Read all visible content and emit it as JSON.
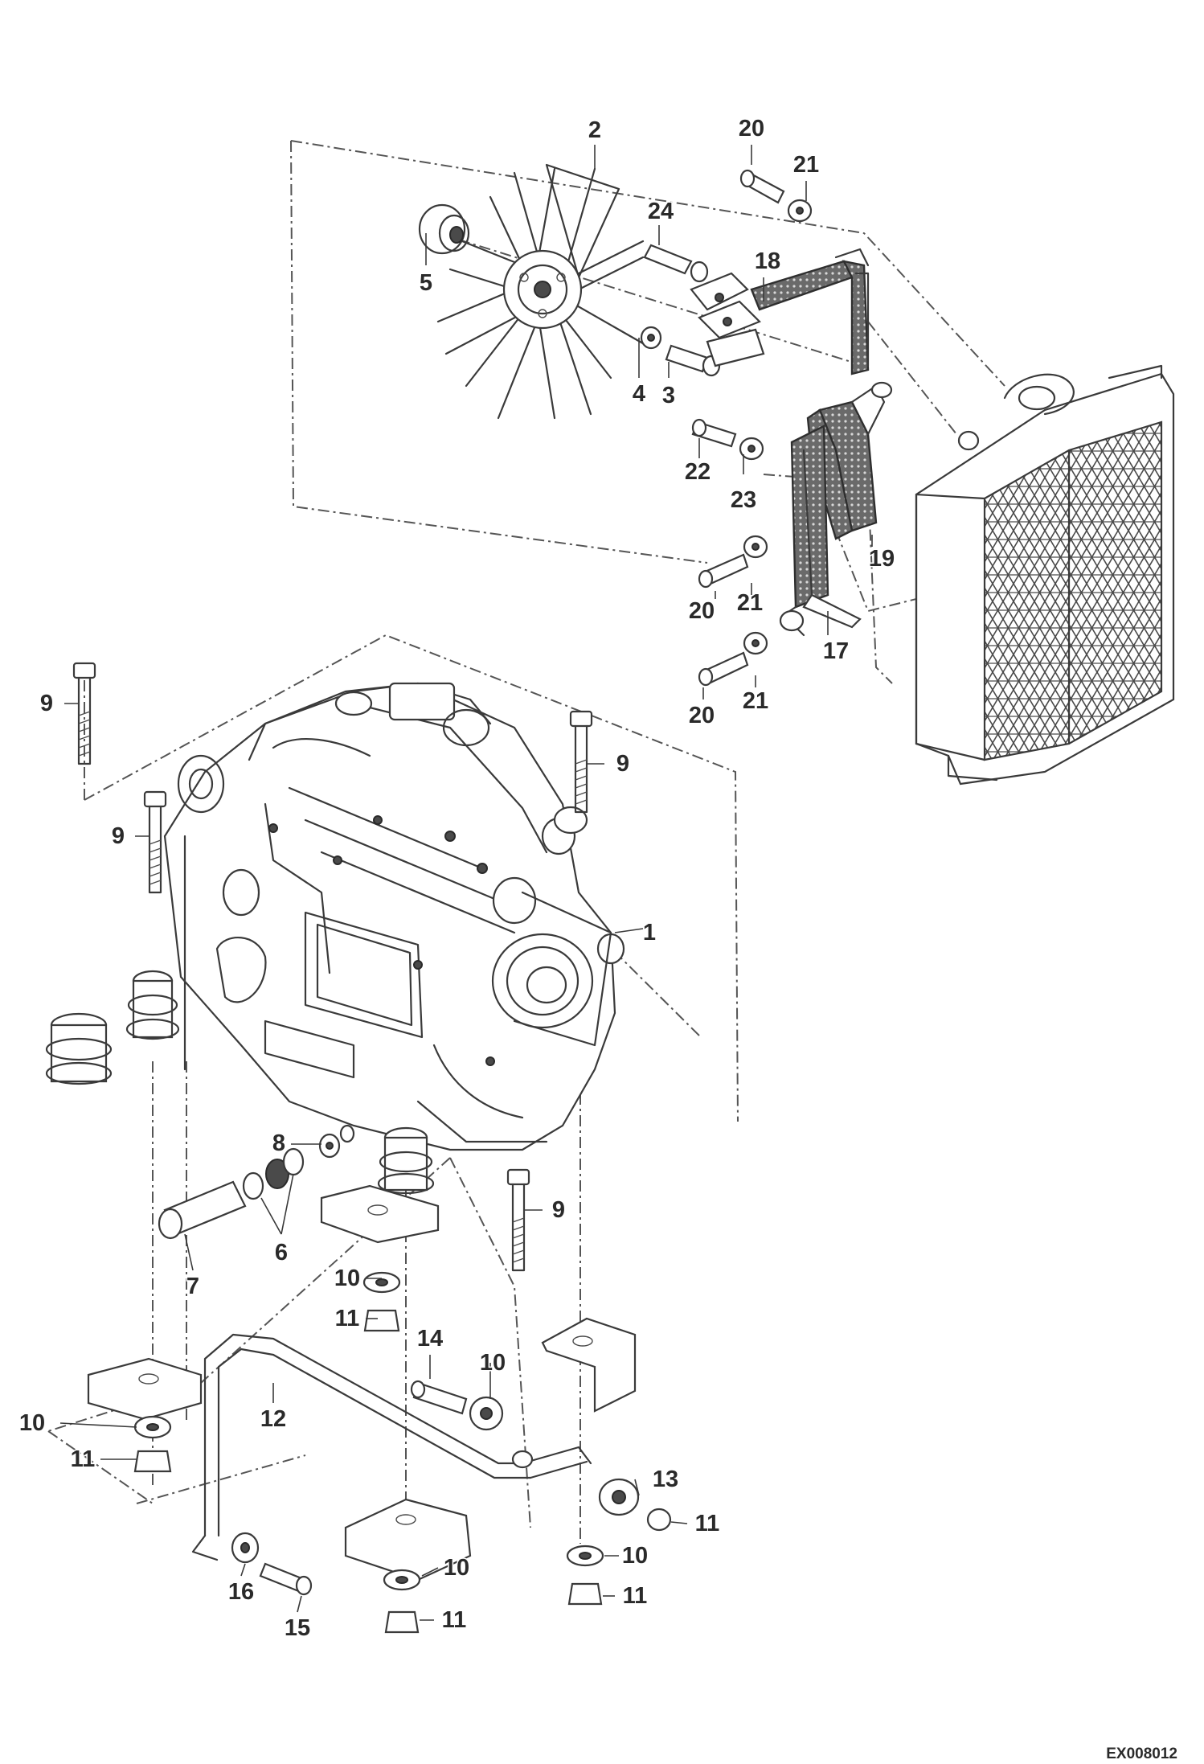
{
  "labels": {
    "l1": "1",
    "l2": "2",
    "l3": "3",
    "l4": "4",
    "l5": "5",
    "l6": "6",
    "l7": "7",
    "l8": "8",
    "l9a": "9",
    "l9b": "9",
    "l9c": "9",
    "l9d": "9",
    "l10a": "10",
    "l10b": "10",
    "l10c": "10",
    "l10d": "10",
    "l10e": "10",
    "l11a": "11",
    "l11b": "11",
    "l11c": "11",
    "l11d": "11",
    "l11e": "11",
    "l12": "12",
    "l13": "13",
    "l14": "14",
    "l15": "15",
    "l16": "16",
    "l17": "17",
    "l18": "18",
    "l19": "19",
    "l20a": "20",
    "l20b": "20",
    "l20c": "20",
    "l21a": "21",
    "l21b": "21",
    "l21c": "21",
    "l22": "22",
    "l23": "23",
    "l24": "24"
  },
  "image_code": "EX008012"
}
